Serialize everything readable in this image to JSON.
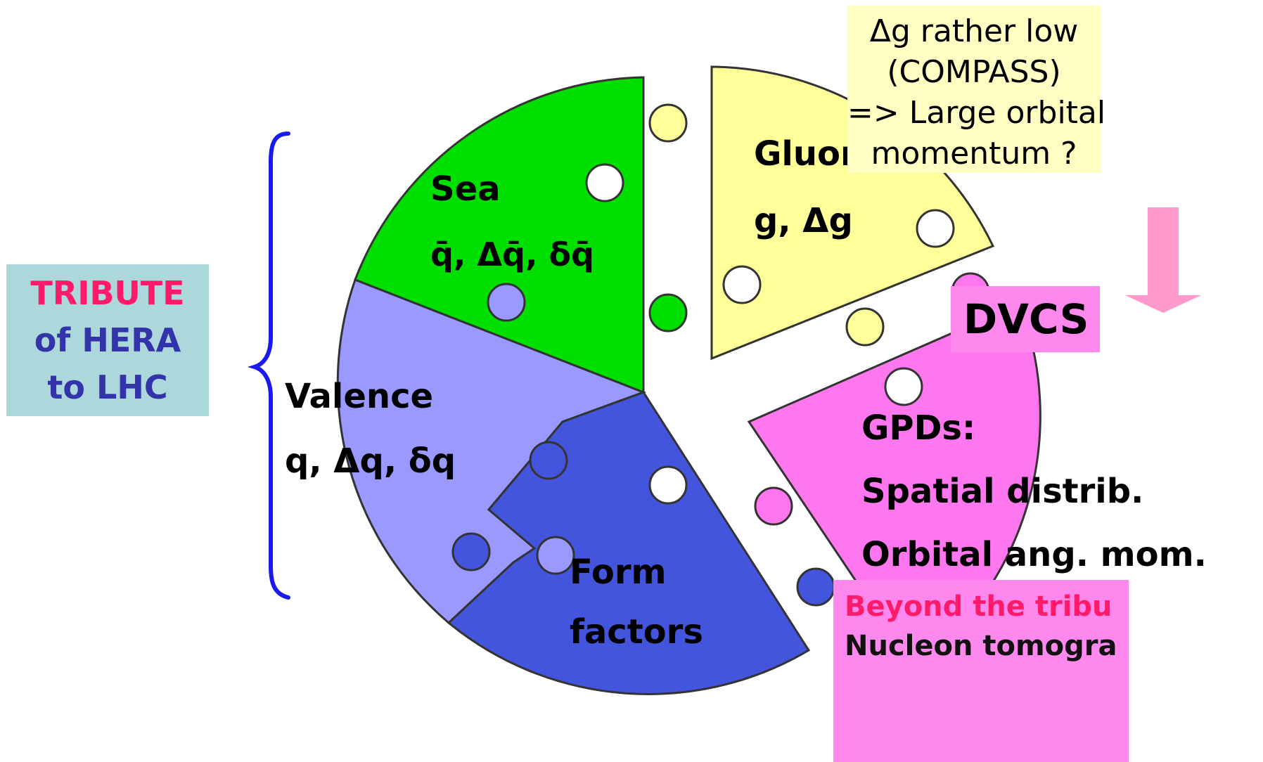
{
  "tribute": {
    "line1": "TRIBUTE",
    "line2": "of HERA",
    "line3": "to LHC"
  },
  "note": {
    "line1": "Δg rather low",
    "line2": "(COMPASS)",
    "line3": "=> Large orbital",
    "line4": "momentum ?"
  },
  "dvcs": {
    "label": "DVCS"
  },
  "beyond": {
    "line1": "Beyond the tribu",
    "line2": "Nucleon tomogra"
  },
  "pieces": {
    "sea": {
      "title": "Sea",
      "symbols": "q̄, Δq̄, δq̄",
      "color": "#00e000"
    },
    "gluons": {
      "title": "Gluons",
      "symbols": "g, Δg",
      "color": "#ffff99"
    },
    "valence": {
      "title": "Valence",
      "symbols": "q, Δq, δq",
      "color": "#9999ff"
    },
    "form_factors": {
      "title_line1": "Form",
      "title_line2": "factors",
      "color": "#4455dd"
    },
    "gpds": {
      "title": "GPDs:",
      "line2": "Spatial distrib.",
      "line3": "Orbital ang. mom.",
      "color": "#ff77ee"
    }
  },
  "colors": {
    "brace": "#1a1aee",
    "arrow": "#ff99cc",
    "tribute_highlight": "#ff1a6a",
    "tribute_text": "#3333aa"
  }
}
